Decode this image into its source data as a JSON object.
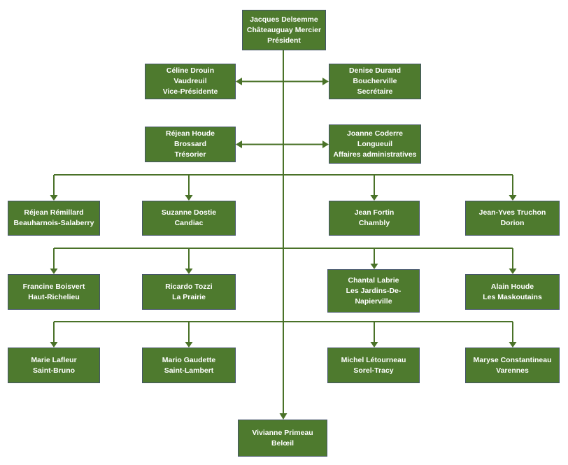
{
  "diagram_type": "organization-chart",
  "language": "fr",
  "colors": {
    "box_fill": "#4e7a2e",
    "box_border": "#44546a",
    "line_color": "#4a7228",
    "text_color": "#ffffff",
    "bg_color": "#ffffff"
  },
  "nodes": {
    "president": {
      "name": "Jacques Delsemme",
      "location": "Châteauguay Mercier",
      "role": "Président"
    },
    "vp": {
      "name": "Céline Drouin",
      "location": "Vaudreuil",
      "role": "Vice-Présidente"
    },
    "secretary": {
      "name": "Denise Durand",
      "location": "Boucherville",
      "role": "Secrétaire"
    },
    "treasurer": {
      "name": "Réjean Houde",
      "location": "Brossard",
      "role": "Trésorier"
    },
    "admin": {
      "name": "Joanne Coderre",
      "location": "Longueuil",
      "role": "Affaires administratives"
    },
    "remillard": {
      "name": "Réjean Rémillard",
      "location": "Beauharnois-Salaberry"
    },
    "dostie": {
      "name": "Suzanne Dostie",
      "location": "Candiac"
    },
    "fortin": {
      "name": "Jean Fortin",
      "location": "Chambly"
    },
    "truchon": {
      "name": "Jean-Yves Truchon",
      "location": "Dorion"
    },
    "boisvert": {
      "name": "Francine Boisvert",
      "location": "Haut-Richelieu"
    },
    "tozzi": {
      "name": "Ricardo Tozzi",
      "location": "La Prairie"
    },
    "labrie": {
      "name": "Chantal Labrie",
      "location": "Les Jardins-De-Napierville"
    },
    "houde_alain": {
      "name": "Alain Houde",
      "location": "Les Maskoutains"
    },
    "lafleur": {
      "name": "Marie Lafleur",
      "location": "Saint-Bruno"
    },
    "gaudette": {
      "name": "Mario Gaudette",
      "location": "Saint-Lambert"
    },
    "letourneau": {
      "name": "Michel Létourneau",
      "location": "Sorel-Tracy"
    },
    "constantineau": {
      "name": "Maryse Constantineau",
      "location": "Varennes"
    },
    "primeau": {
      "name": "Vivianne Primeau",
      "location": "Belœil"
    }
  }
}
